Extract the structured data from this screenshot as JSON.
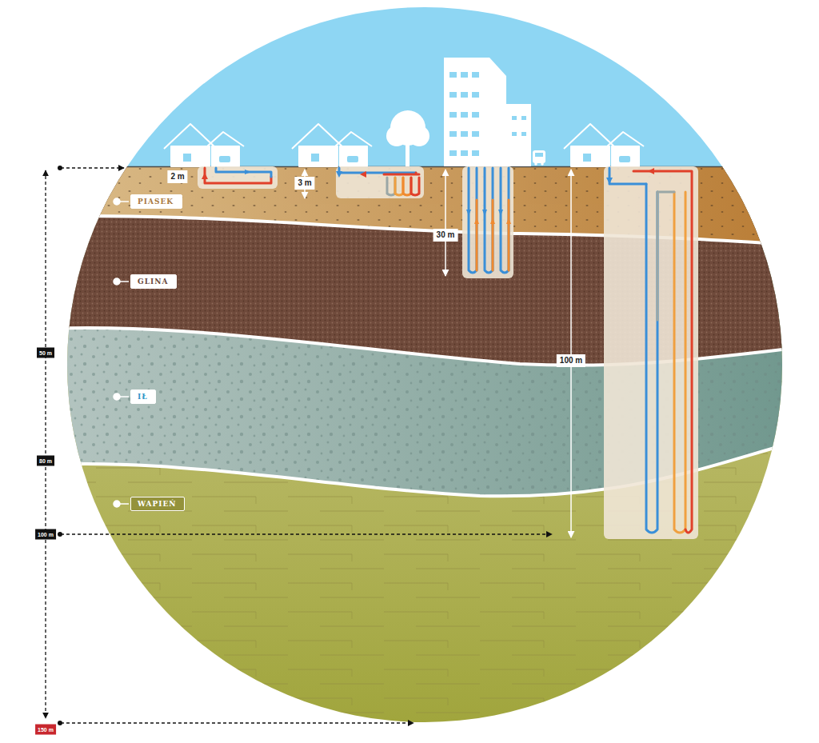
{
  "diagram": {
    "nodes": [
      {
        "text": [
          "PIASEK"
        ]
      },
      {
        "text": [
          "GLINA"
        ]
      },
      {
        "text": [
          "IŁ"
        ]
      },
      {
        "text": [
          "WAPIEŃ"
        ]
      }
    ],
    "labels": [
      "2 m",
      "3 m",
      "30 m",
      "100 m",
      "50 m",
      "80 m",
      "100 m",
      "150 m"
    ]
  }
}
